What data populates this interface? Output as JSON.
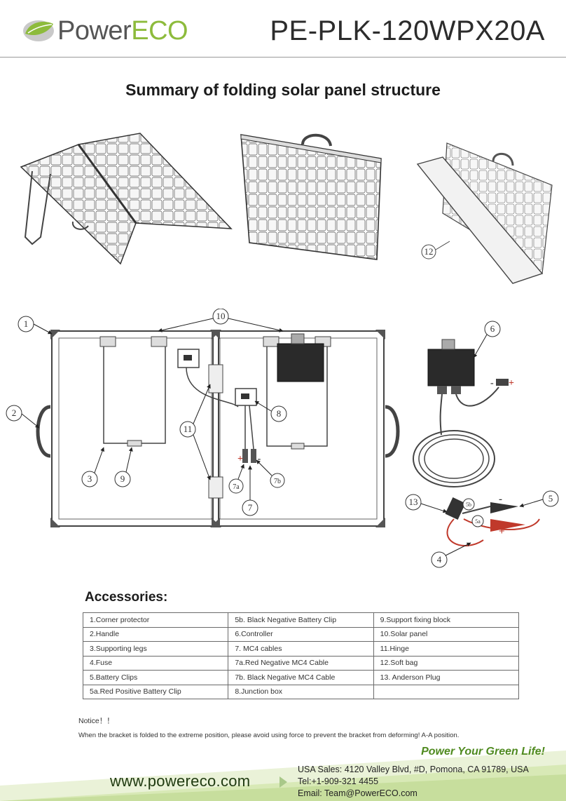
{
  "header": {
    "logo_part1": "Power",
    "logo_part2": "ECO",
    "model": "PE-PLK-120WPX20A"
  },
  "title": "Summary of folding solar panel structure",
  "callouts": {
    "c1": "1",
    "c2": "2",
    "c3": "3",
    "c4": "4",
    "c5": "5",
    "c5a": "5a",
    "c5b": "5b",
    "c6": "6",
    "c7": "7",
    "c7a": "7a",
    "c7b": "7b",
    "c8": "8",
    "c9": "9",
    "c10": "10",
    "c11": "11",
    "c12": "12",
    "c13": "13",
    "plus": "+",
    "minus": "-"
  },
  "accessories_title": "Accessories:",
  "accessories": [
    [
      "1.Corner protector",
      "5b. Black Negative Battery Clip",
      "9.Support fixing block"
    ],
    [
      "2.Handle",
      "6.Controller",
      "10.Solar panel"
    ],
    [
      "3.Supporting legs",
      "7. MC4 cables",
      "11.Hinge"
    ],
    [
      "4.Fuse",
      "7a.Red Negative MC4 Cable",
      "12.Soft bag"
    ],
    [
      "5.Battery Clips",
      "7b. Black Negative MC4 Cable",
      "13. Anderson Plug"
    ],
    [
      "5a.Red Positive Battery Clip",
      "8.Junction box",
      ""
    ]
  ],
  "notice_title": "Notice！！",
  "notice_body": "When the bracket is folded to the extreme position, please avoid using force to prevent the bracket from deforming! A-A position.",
  "footer": {
    "slogan": "Power Your Green Life!",
    "website": "www.powereco.com",
    "address": "USA Sales: 4120 Valley Blvd, #D, Pomona, CA 91789, USA",
    "tel": "Tel:+1-909-321 4455",
    "email": "Email: Team@PowerECO.com"
  },
  "colors": {
    "brand_green": "#8dbb3c",
    "slogan_green": "#4f8a1f",
    "footer_light": "#eaf2d8",
    "footer_mid": "#c7de9d"
  }
}
